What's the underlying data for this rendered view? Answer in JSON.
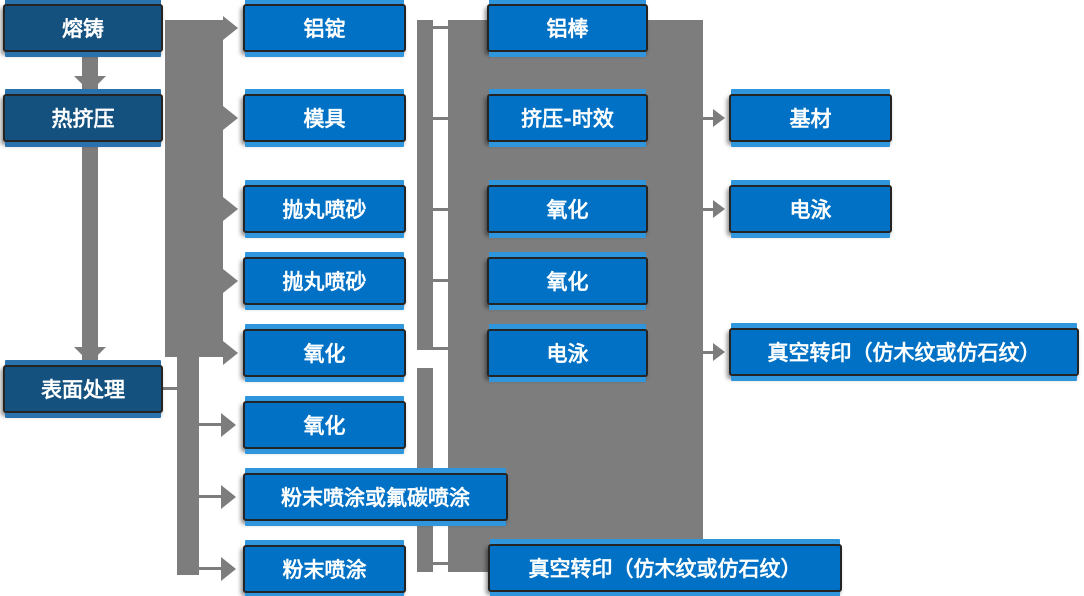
{
  "diagram": {
    "description": "Aluminum profile production process flowchart",
    "colors": {
      "stage_box": "#15517f",
      "step_box": "#0071c5",
      "box_glow": "#2f96de",
      "box_border": "#242424",
      "connector_gray": "#7d7d7d",
      "text": "#ffffff"
    },
    "columns": [
      {
        "name": "process-stages",
        "items": [
          {
            "label": "熔铸"
          },
          {
            "label": "热挤压"
          },
          {
            "label": "表面处理"
          }
        ]
      },
      {
        "name": "stage-inputs-and-pretreatment",
        "items": [
          {
            "label": "铝锭"
          },
          {
            "label": "模具"
          },
          {
            "label": "抛丸喷砂"
          },
          {
            "label": "抛丸喷砂"
          },
          {
            "label": "氧化"
          },
          {
            "label": "氧化"
          },
          {
            "label": "粉末喷涂或氟碳喷涂"
          },
          {
            "label": "粉末喷涂"
          }
        ]
      },
      {
        "name": "intermediate-steps",
        "items": [
          {
            "label": "铝棒"
          },
          {
            "label": "挤压-时效"
          },
          {
            "label": "氧化"
          },
          {
            "label": "氧化"
          },
          {
            "label": "电泳"
          },
          {
            "label": "真空转印（仿木纹或仿石纹）"
          }
        ]
      },
      {
        "name": "final-outputs",
        "items": [
          {
            "label": "基材"
          },
          {
            "label": "电泳"
          },
          {
            "label": "真空转印（仿木纹或仿石纹）"
          }
        ]
      }
    ]
  }
}
